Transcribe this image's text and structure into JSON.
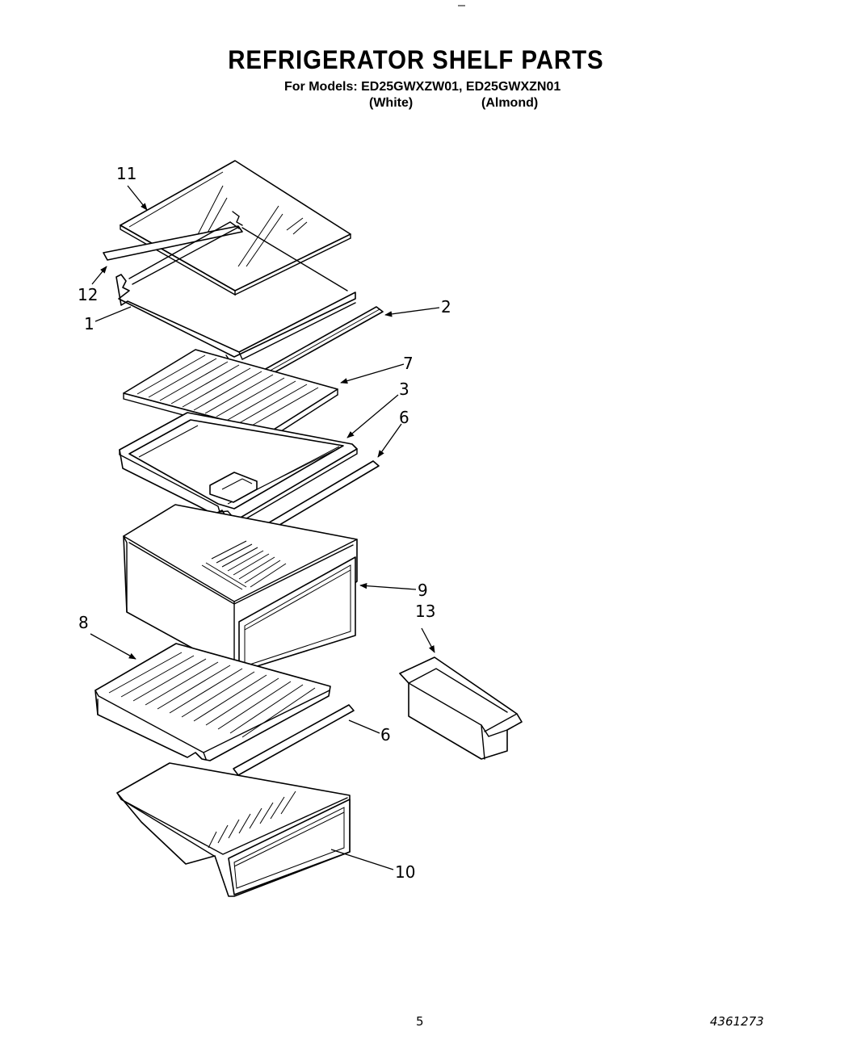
{
  "header": {
    "title": "REFRIGERATOR SHELF PARTS",
    "models_line": "For Models: ED25GWXZW01, ED25GWXZN01",
    "variant_white": "(White)",
    "variant_almond": "(Almond)"
  },
  "callouts": [
    "11",
    "12",
    "1",
    "2",
    "7",
    "3",
    "6",
    "9",
    "13",
    "8",
    "6",
    "10"
  ],
  "footer": {
    "page_number": "5",
    "document_number": "4361273"
  }
}
